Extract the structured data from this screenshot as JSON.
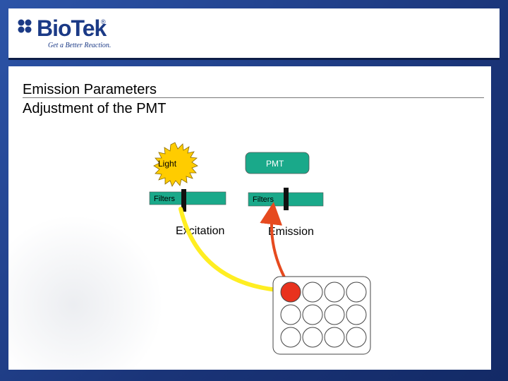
{
  "header": {
    "brand": "BioTek",
    "registered": "®",
    "tagline": "Get a Better Reaction."
  },
  "slide": {
    "title_line1": "Emission Parameters",
    "title_line2": "Adjustment of the PMT"
  },
  "diagram": {
    "light_label": "Light",
    "pmt_label": "PMT",
    "filter_left_label": "Filters",
    "filter_right_label": "Filters",
    "excitation_label": "Excitation",
    "emission_label": "Emission"
  },
  "colors": {
    "frame_blue": "#1f3b86",
    "sun_fill": "#ffcc00",
    "filter_fill": "#1aa98a",
    "excitation_arrow": "#ffee22",
    "emission_arrow": "#e64a1f",
    "active_well": "#e8321e"
  }
}
